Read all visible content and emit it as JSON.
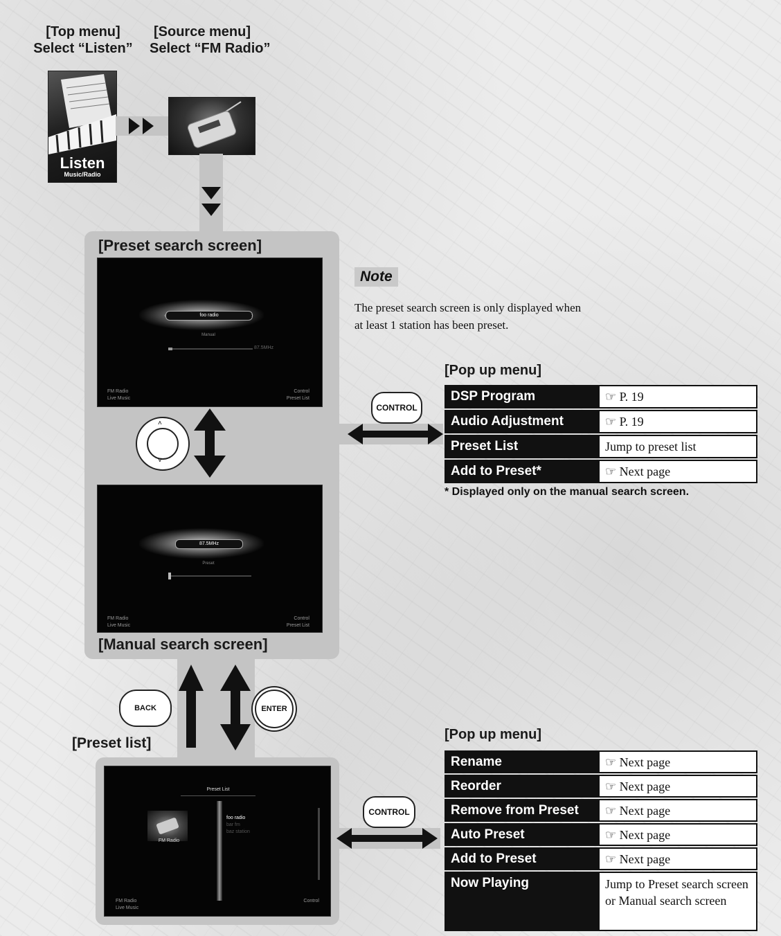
{
  "header": {
    "top_menu_line1": "[Top menu]",
    "top_menu_line2": "Select “Listen”",
    "source_menu_line1": "[Source menu]",
    "source_menu_line2": "Select “FM Radio”"
  },
  "listen_tile": {
    "label": "Listen",
    "sublabel": "Music/Radio"
  },
  "preset_screen": {
    "title": "[Preset search screen]",
    "station": "foo radio",
    "mode_label": "Manual",
    "freq": "87.5MHz",
    "left1": "FM Radio",
    "left2": "Live Music",
    "right1": "Control",
    "right2": "Preset List"
  },
  "manual_screen": {
    "title": "[Manual search screen]",
    "freq": "87.5MHz",
    "mode_label": "Preset",
    "left1": "FM Radio",
    "left2": "Live Music",
    "right1": "Control",
    "right2": "Preset List"
  },
  "note": {
    "label": "Note",
    "text_line1": "The preset search screen is only displayed when",
    "text_line2": "at least 1 station has been preset."
  },
  "buttons": {
    "control": "CONTROL",
    "back": "BACK",
    "enter": "ENTER"
  },
  "popup1": {
    "title": "[Pop up menu]",
    "rows": [
      {
        "name": "DSP Program",
        "desc": "☞ P. 19"
      },
      {
        "name": "Audio Adjustment",
        "desc": "☞ P. 19"
      },
      {
        "name": "Preset List",
        "desc": "Jump to preset list"
      },
      {
        "name": "Add to Preset*",
        "desc": "☞ Next page"
      }
    ],
    "footnote": "* Displayed only on the manual search screen."
  },
  "preset_list": {
    "title": "[Preset list]",
    "screen_header": "Preset List",
    "icon_label": "FM Radio",
    "items": [
      "foo radio",
      "bar fm",
      "baz station"
    ],
    "left1": "FM Radio",
    "left2": "Live Music",
    "right1": "Control"
  },
  "popup2": {
    "title": "[Pop up menu]",
    "rows": [
      {
        "name": "Rename",
        "desc": "☞ Next page"
      },
      {
        "name": "Reorder",
        "desc": "☞ Next page"
      },
      {
        "name": "Remove from Preset",
        "desc": "☞ Next page"
      },
      {
        "name": "Auto Preset",
        "desc": "☞ Next page"
      },
      {
        "name": "Add to Preset",
        "desc": "☞ Next page"
      },
      {
        "name": "Now Playing",
        "desc": "Jump to Preset search screen or Manual search screen"
      }
    ]
  }
}
